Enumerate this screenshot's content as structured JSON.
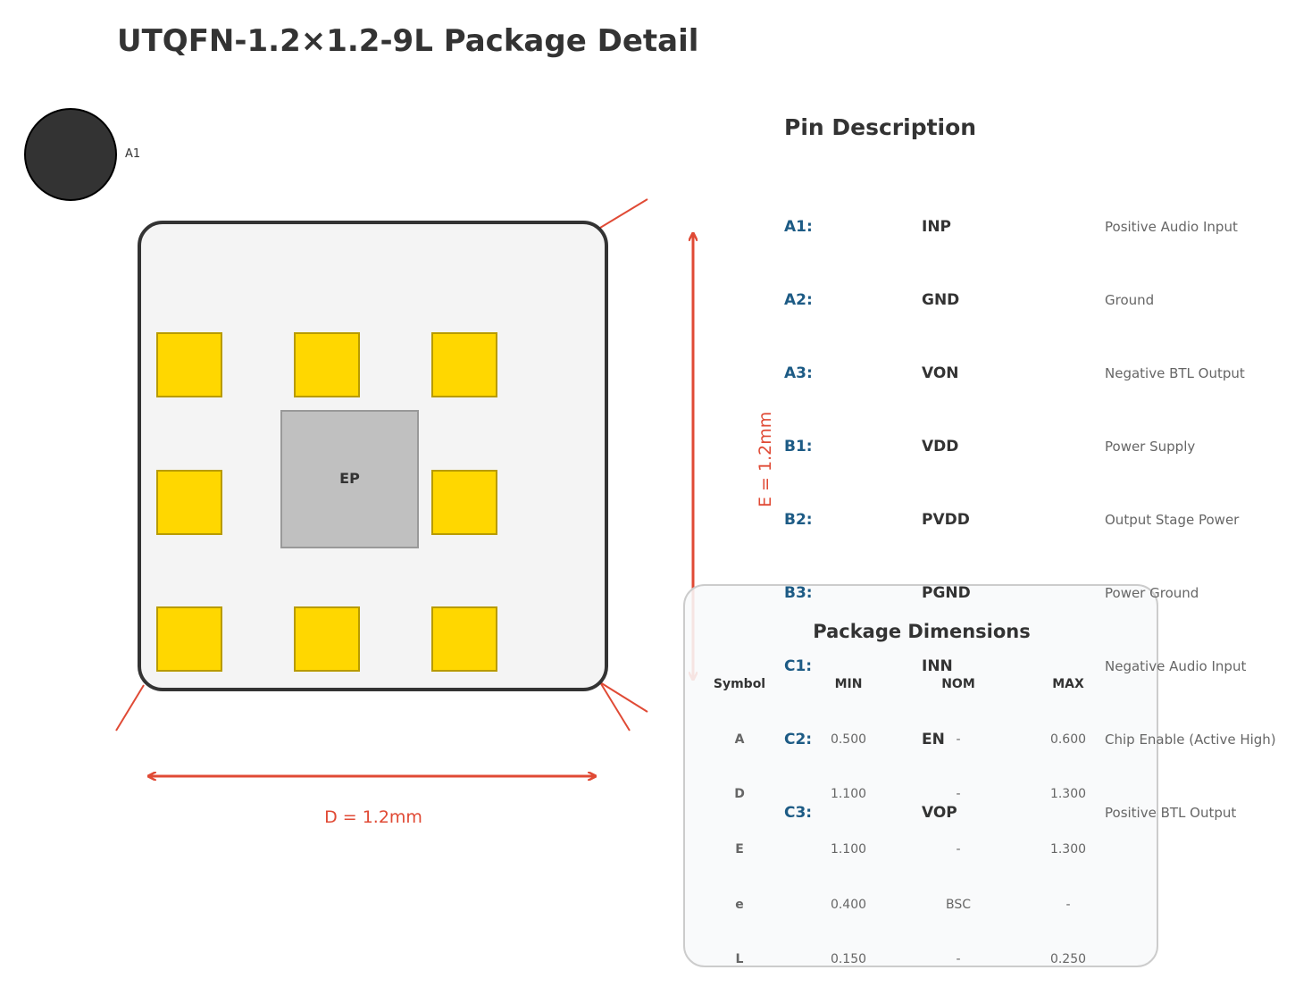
{
  "title": "UTQFN-1.2×1.2-9L Package Detail",
  "pin1_label": "A1",
  "ep_label": "EP",
  "dimension_d": "D = 1.2mm",
  "dimension_e": "E = 1.2mm",
  "colors": {
    "accent": "#e04a35",
    "pad": "#ffd700",
    "pin_id": "#1d5b85",
    "text": "#333333"
  },
  "pin_description": {
    "title": "Pin Description",
    "pins": [
      {
        "id": "A1:",
        "name": "INP",
        "desc": "Positive Audio Input"
      },
      {
        "id": "A2:",
        "name": "GND",
        "desc": "Ground"
      },
      {
        "id": "A3:",
        "name": "VON",
        "desc": "Negative BTL Output"
      },
      {
        "id": "B1:",
        "name": "VDD",
        "desc": "Power Supply"
      },
      {
        "id": "B2:",
        "name": "PVDD",
        "desc": "Output Stage Power"
      },
      {
        "id": "B3:",
        "name": "PGND",
        "desc": "Power Ground"
      },
      {
        "id": "C1:",
        "name": "INN",
        "desc": "Negative Audio Input"
      },
      {
        "id": "C2:",
        "name": "EN",
        "desc": "Chip Enable (Active High)"
      },
      {
        "id": "C3:",
        "name": "VOP",
        "desc": "Positive BTL Output"
      }
    ]
  },
  "package_dimensions": {
    "title": "Package Dimensions",
    "headers": [
      "Symbol",
      "MIN",
      "NOM",
      "MAX"
    ],
    "rows": [
      [
        "A",
        "0.500",
        "-",
        "0.600"
      ],
      [
        "D",
        "1.100",
        "-",
        "1.300"
      ],
      [
        "E",
        "1.100",
        "-",
        "1.300"
      ],
      [
        "e",
        "0.400",
        "BSC",
        "-"
      ],
      [
        "L",
        "0.150",
        "-",
        "0.250"
      ]
    ]
  }
}
